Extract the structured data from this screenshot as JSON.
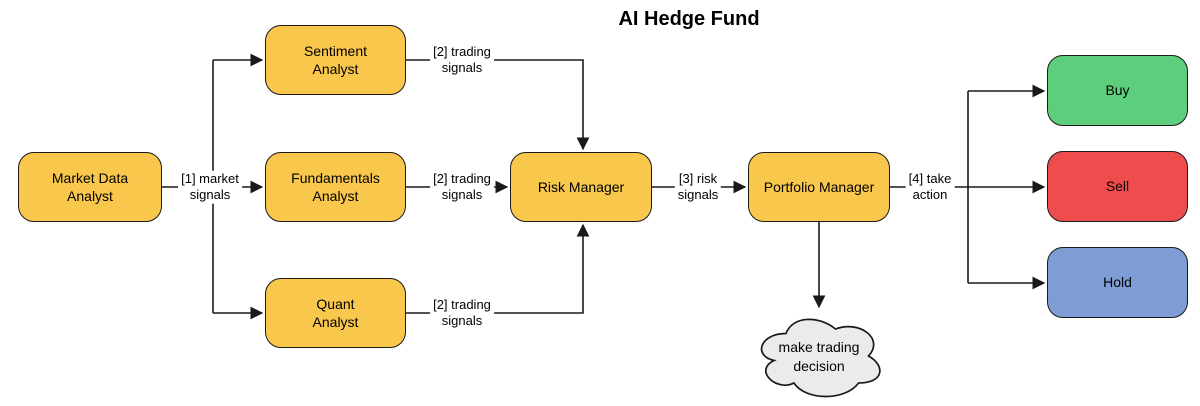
{
  "title": "AI Hedge Fund",
  "colors": {
    "analyst_fill": "#F9C74B",
    "buy_fill": "#5DCE7B",
    "sell_fill": "#EF4D4D",
    "hold_fill": "#7D9DD4",
    "cloud_fill": "#EBEBEB",
    "border": "#1A1A1A"
  },
  "nodes": {
    "market_data_analyst": "Market Data\nAnalyst",
    "sentiment_analyst": "Sentiment\nAnalyst",
    "fundamentals_analyst": "Fundamentals\nAnalyst",
    "quant_analyst": "Quant\nAnalyst",
    "risk_manager": "Risk Manager",
    "portfolio_manager": "Portfolio Manager",
    "buy": "Buy",
    "sell": "Sell",
    "hold": "Hold",
    "decision_cloud": "make trading\ndecision"
  },
  "edge_labels": {
    "market_signals": "[1] market\nsignals",
    "trading_signals_top": "[2] trading\nsignals",
    "trading_signals_middle": "[2] trading\nsignals",
    "trading_signals_bottom": "[2] trading\nsignals",
    "risk_signals": "[3] risk\nsignals",
    "take_action": "[4] take\naction"
  }
}
